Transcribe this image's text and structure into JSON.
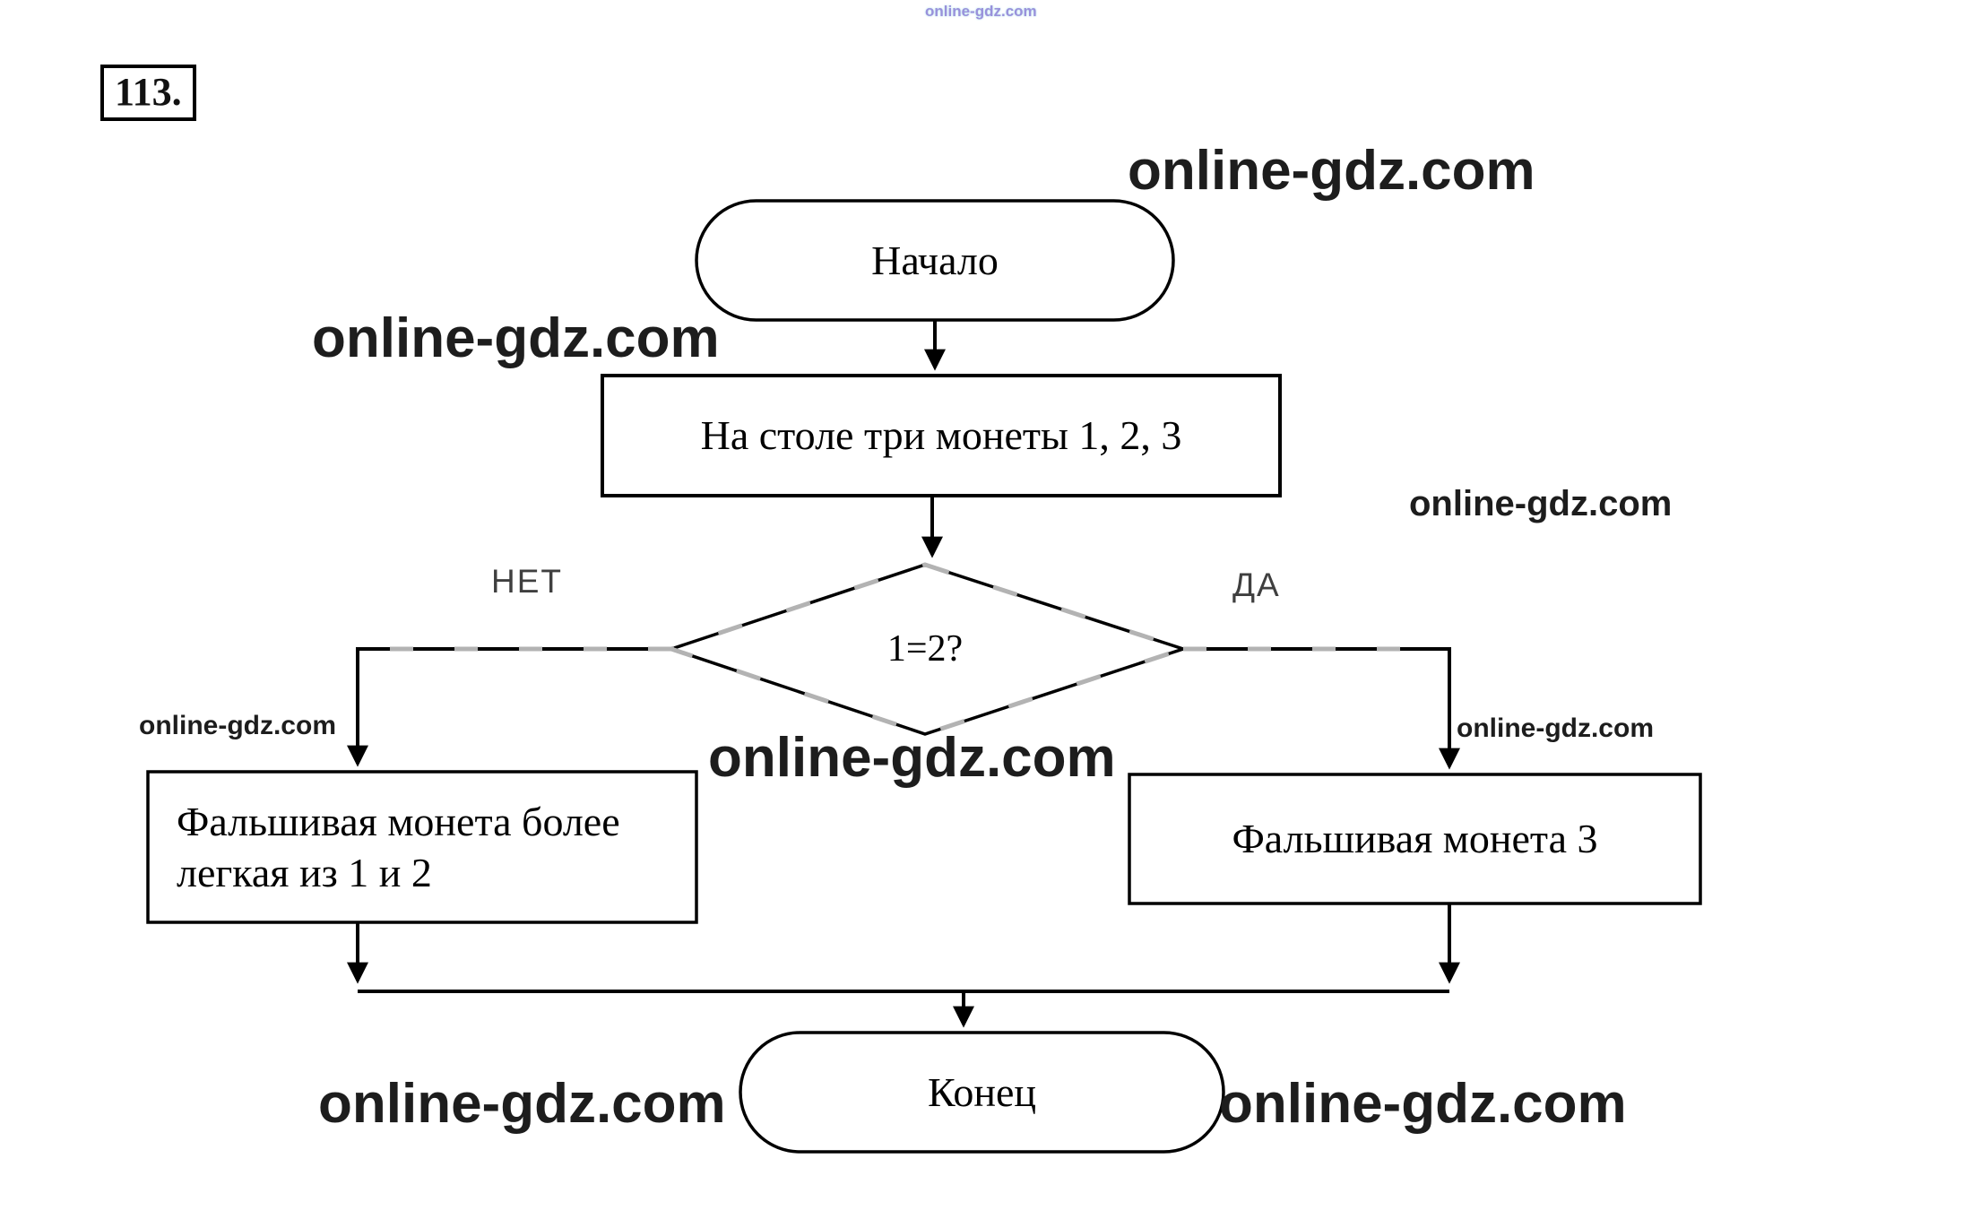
{
  "page": {
    "problem_number": "113.",
    "watermark": "online-gdz.com"
  },
  "flowchart": {
    "start_label": "Начало",
    "process_label": "На столе три монеты 1, 2, 3",
    "decision_label": "1=2?",
    "branch_no": "НЕТ",
    "branch_yes": "ДА",
    "no_result_line1": "Фальшивая монета более",
    "no_result_line2": "легкая из 1 и 2",
    "yes_result": "Фальшивая монета 3",
    "end_label": "Конец"
  },
  "colors": {
    "line": "#000000",
    "dash_overlay": "#b3b3b3",
    "watermark_dark": "#1d1d1d",
    "watermark_top": "#8f86d8"
  }
}
